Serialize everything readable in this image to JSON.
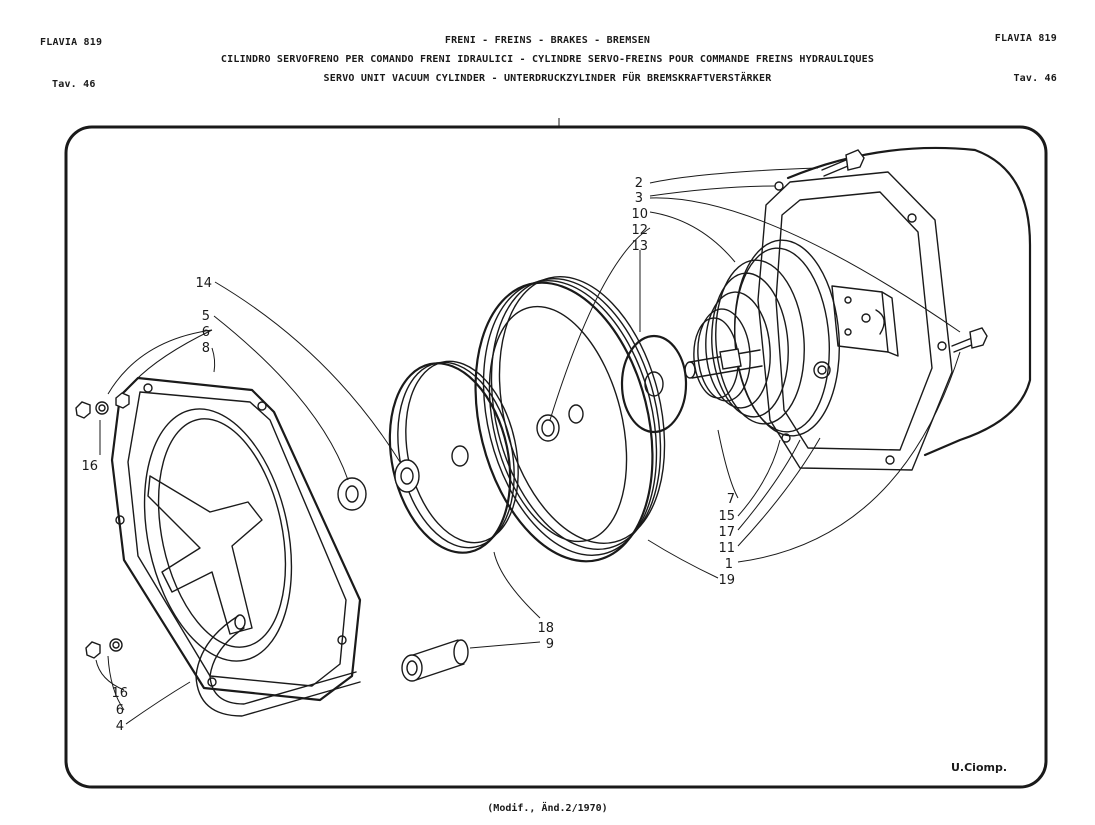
{
  "header": {
    "model_left": "FLAVIA 819",
    "model_right": "FLAVIA 819",
    "table_left": "Tav. 46",
    "table_right": "Tav. 46",
    "title_line_1": "FRENI  -  FREINS  -  BRAKES  -  BREMSEN",
    "title_line_2": "CILINDRO SERVOFRENO PER COMANDO FRENI IDRAULICI  -  CYLINDRE SERVO-FREINS POUR COMMANDE FREINS HYDRAULIQUES",
    "title_line_3": "SERVO UNIT VACUUM CYLINDER  -  UNTERDRUCKZYLINDER FÜR BREMSKRAFTVERSTÄRKER"
  },
  "footer": "(Modif., Änd.2/1970)",
  "signature": "U.Ciomp.",
  "part_labels": [
    {
      "text": "2"
    },
    {
      "text": "3"
    },
    {
      "text": "10"
    },
    {
      "text": "12"
    },
    {
      "text": "13"
    },
    {
      "text": "14"
    },
    {
      "text": "5"
    },
    {
      "text": "6"
    },
    {
      "text": "8"
    },
    {
      "text": "16"
    },
    {
      "text": "7"
    },
    {
      "text": "15"
    },
    {
      "text": "17"
    },
    {
      "text": "11"
    },
    {
      "text": "1"
    },
    {
      "text": "19"
    },
    {
      "text": "18"
    },
    {
      "text": "9"
    },
    {
      "text": "16"
    },
    {
      "text": "6"
    },
    {
      "text": "4"
    }
  ]
}
